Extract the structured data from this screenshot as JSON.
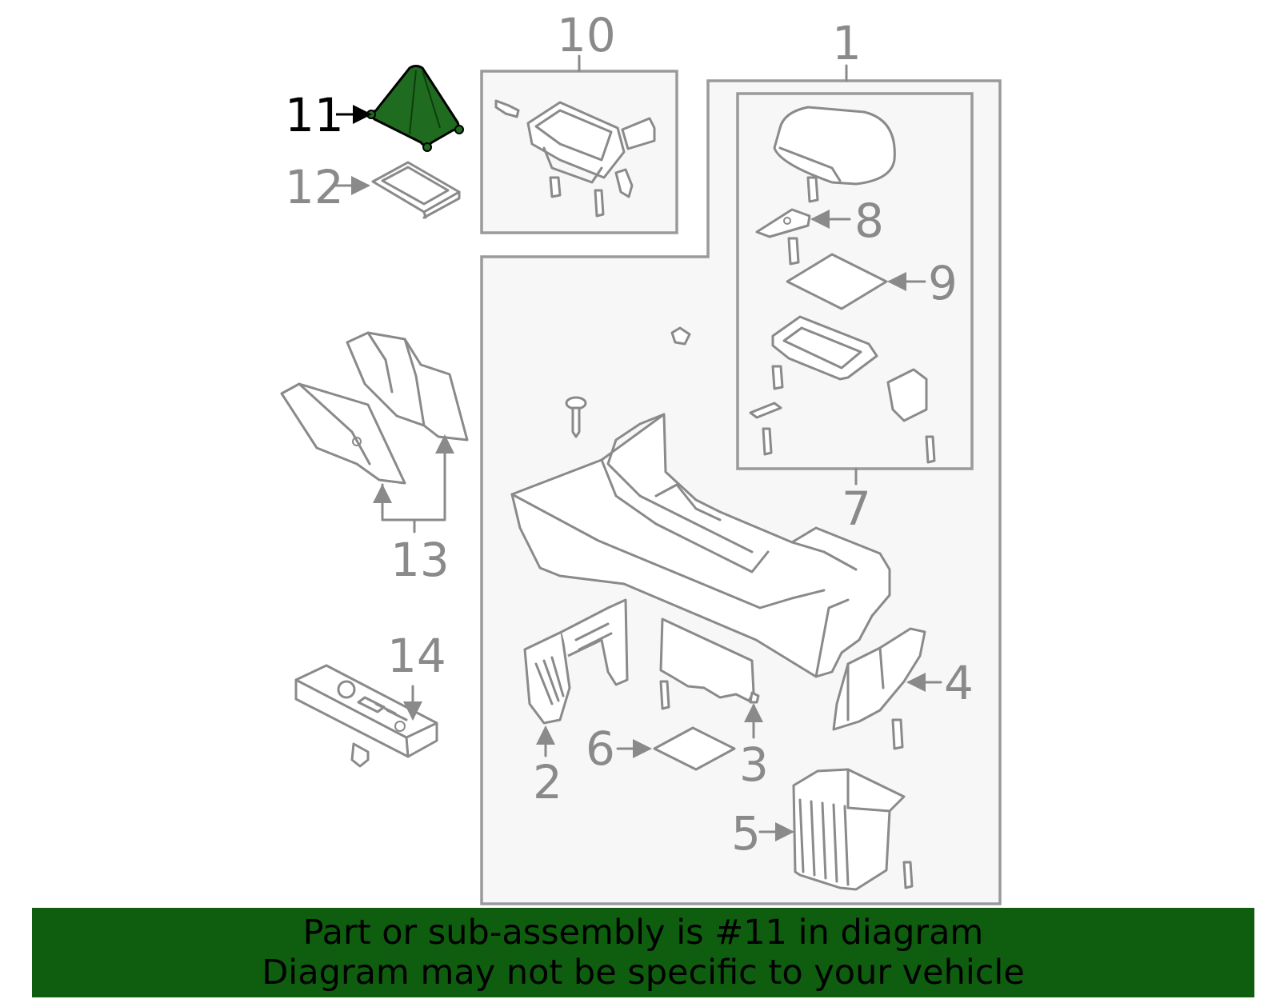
{
  "diagram": {
    "callouts": [
      {
        "id": "1",
        "text": "1"
      },
      {
        "id": "2",
        "text": "2"
      },
      {
        "id": "3",
        "text": "3"
      },
      {
        "id": "4",
        "text": "4"
      },
      {
        "id": "5",
        "text": "5"
      },
      {
        "id": "6",
        "text": "6"
      },
      {
        "id": "7",
        "text": "7"
      },
      {
        "id": "8",
        "text": "8"
      },
      {
        "id": "9",
        "text": "9"
      },
      {
        "id": "10",
        "text": "10"
      },
      {
        "id": "11",
        "text": "11"
      },
      {
        "id": "12",
        "text": "12"
      },
      {
        "id": "13",
        "text": "13"
      },
      {
        "id": "14",
        "text": "14"
      }
    ],
    "highlighted_part": "11",
    "colors": {
      "highlight_fill": "#1f6b1f",
      "line": "#8a8a8a",
      "banner": "#0f5d0f"
    }
  },
  "banner": {
    "line1": "Part or sub-assembly is #11 in diagram",
    "line2": "Diagram may not be specific to your vehicle"
  }
}
